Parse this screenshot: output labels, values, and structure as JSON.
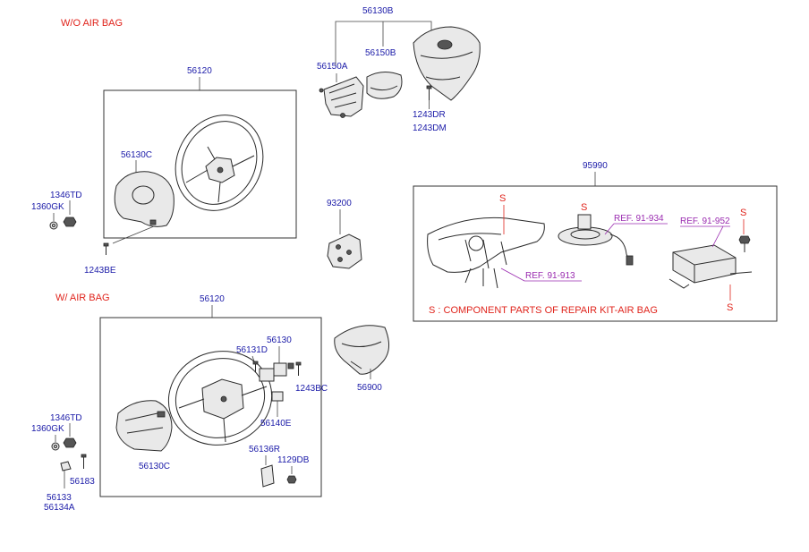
{
  "sections": {
    "without_airbag": "W/O AIR BAG",
    "with_airbag": "W/ AIR BAG"
  },
  "parts": {
    "p56130B": "56130B",
    "p56150A": "56150A",
    "p56150B": "56150B",
    "p1243DR": "1243DR",
    "p1243DM": "1243DM",
    "p56120_top": "56120",
    "p56130C_top": "56130C",
    "p1346TD_top": "1346TD",
    "p1360GK_top": "1360GK",
    "p1243BE": "1243BE",
    "p93200": "93200",
    "p95990": "95990",
    "p56120_bottom": "56120",
    "p56131D": "56131D",
    "p56130": "56130",
    "p1243BC": "1243BC",
    "p56140E": "56140E",
    "p56900": "56900",
    "p1346TD_bottom": "1346TD",
    "p1360GK_bottom": "1360GK",
    "p56183": "56183",
    "p56130C_bottom": "56130C",
    "p56136R": "56136R",
    "p1129DB": "1129DB",
    "p56133": "56133",
    "p56134A": "56134A"
  },
  "references": {
    "ref_91_934": "REF. 91-934",
    "ref_91_952": "REF. 91-952",
    "ref_91_913": "REF. 91-913"
  },
  "repair_kit": {
    "marker": "S",
    "note": "S : COMPONENT PARTS OF REPAIR KIT-AIR BAG"
  },
  "colors": {
    "part_number": "#1a1aa8",
    "section_heading": "#e0241c",
    "reference": "#9a2bb0",
    "line": "#2a2a2a"
  }
}
